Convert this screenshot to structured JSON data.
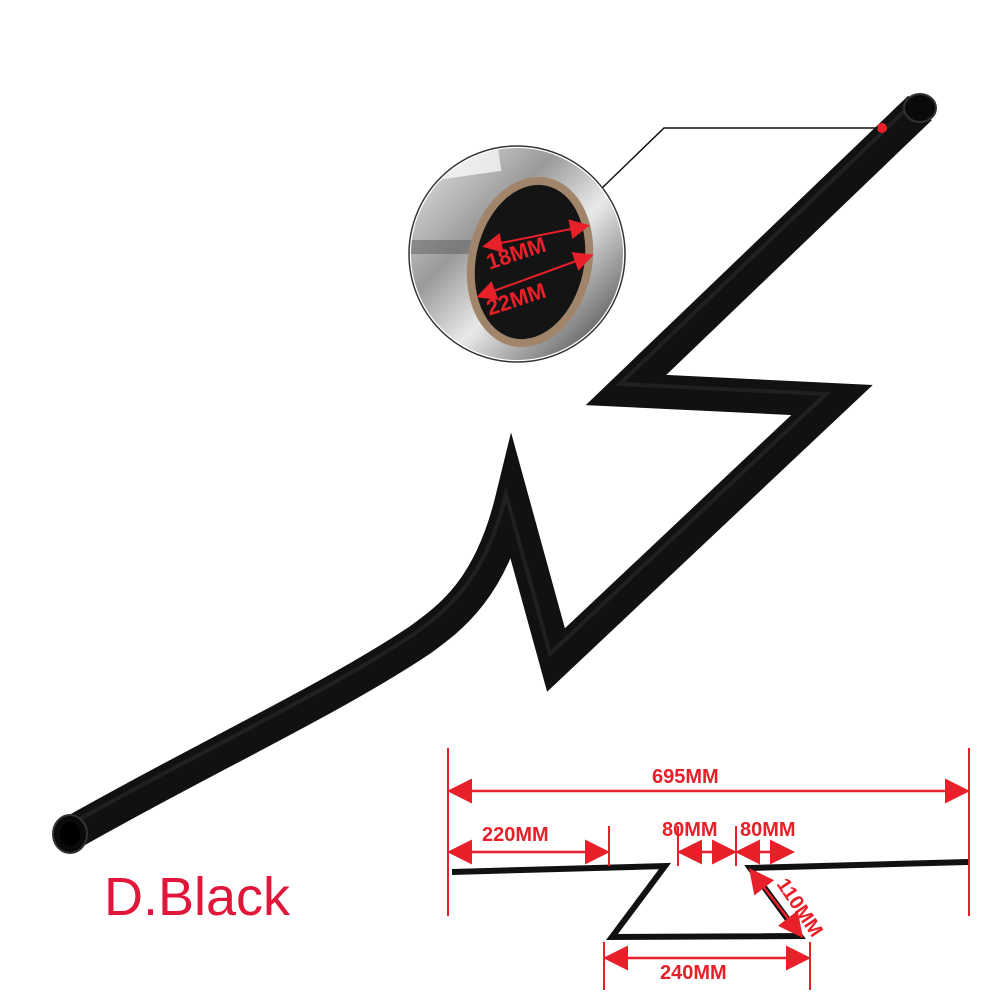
{
  "product": {
    "color_name": "D.Black",
    "bar_color": "#111111",
    "accent_color": "#e8202a"
  },
  "tube_detail": {
    "inner_diameter": "18MM",
    "outer_diameter": "22MM"
  },
  "dimensions": {
    "total_width": "695MM",
    "side_length": "220MM",
    "step_left": "80MM",
    "step_right": "80MM",
    "drop_height": "110MM",
    "bottom_width": "240MM"
  }
}
